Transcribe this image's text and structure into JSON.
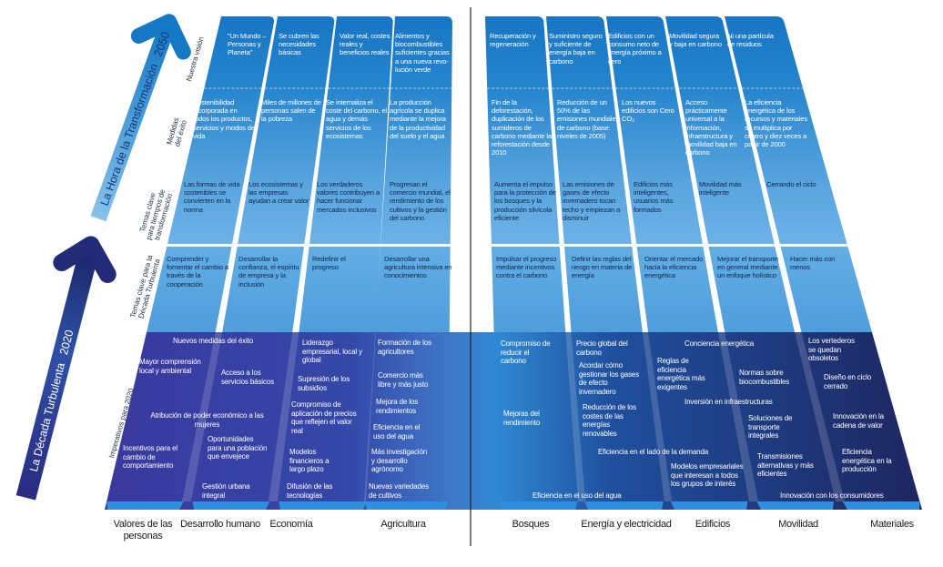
{
  "arrows": {
    "transformation": {
      "label": "La Hora de la Transformación",
      "year": "2050",
      "color": "#1b7cc6"
    },
    "turbulent": {
      "label": "La Década Turbulenta",
      "year": "2020",
      "color": "#26307f"
    }
  },
  "row_labels": {
    "vision": "Nuestra visión",
    "measures": "Medidas del éxito",
    "themes_transformation": "Temas clave para tiempos de transformación",
    "themes_turbulent": "Temas clave para la Década Turbulenta",
    "imperatives": "Imperativos para 2020"
  },
  "columns": [
    {
      "label": "Valores de las personas",
      "vision": "\"Un Mundo – Personas y Planeta\"",
      "measures": "Sostenibilidad incorporada en todos los productos, servicios y modos de vida",
      "themes_transformation": "Las formas de vida sostenibles se convierten en la norma",
      "themes_turbulent": "Comprender y fomentar el cambio a través de la cooperación"
    },
    {
      "label": "Desarrollo humano",
      "vision": "Se cubren las necesidades básicas",
      "measures": "Miles de millones de personas salen de la pobreza",
      "themes_transformation": "Los ecosistemas y las empresas ayudan a crear valor",
      "themes_turbulent": "Desarrollar la confianza, el espíritu de empresa y la inclusión"
    },
    {
      "label": "Economía",
      "vision": "Valor real, costes reales y beneficios reales",
      "measures": "Se internaliza el coste del carbono, el agua y demás servicios de los ecosistemas",
      "themes_transformation": "Los verdaderos valores contribuyen a hacer funcionar mercados inclusivos",
      "themes_turbulent": "Redefinir el progreso"
    },
    {
      "label": "Agricultura",
      "vision": "Alimentos y biocombustibles suficientes gracias a una nueva revo-lución verde",
      "measures": "La producción agrícola se duplica mediante la mejora de la productividad del suelo y el agua",
      "themes_transformation": "Progresan el comercio mundial, el rendimiento de los cultivos y la gestión del carbono",
      "themes_turbulent": "Desarrollar una agricultura intensiva en conocimientos"
    },
    {
      "label": "Bosques",
      "vision": "Recuperación y regeneración",
      "measures": "Fin de la deforestación, duplicación de los sumideros de carbono mediante la reforestación desde 2010",
      "themes_transformation": "Aumenta el impulso para la protección de los bosques y la producción silvícola eficiente",
      "themes_turbulent": "Impulsar el progreso mediante incentivos contra el carbono"
    },
    {
      "label": "Energía y electricidad",
      "vision": "Suministro seguro y suficiente de energía baja en carbono",
      "measures": "Reducción de un 50% de las emisiones mundiales de carbono (base: niveles de 2005)",
      "themes_transformation": "Las emisiones de gases de efecto invernadero tocan techo y empiezan a disminuir",
      "themes_turbulent": "Definir las reglas del riesgo en materia de energía"
    },
    {
      "label": "Edificios",
      "vision": "Edificios con un consumo neto de energía próximo a cero",
      "measures": "Los nuevos edificios son Cero CO₂",
      "themes_transformation": "Edificios más inteligentes, usuarios más formados",
      "themes_turbulent": "Orientar el mercado hacia la eficiencia energética"
    },
    {
      "label": "Movilidad",
      "vision": "Movilidad segura y baja en carbono",
      "measures": "Acceso prácticamente universal a la información, infraestructura y movilidad baja en carbono",
      "themes_transformation": "Movilidad más inteligente",
      "themes_turbulent": "Mejorar el transporte en general mediante un enfoque holístico"
    },
    {
      "label": "Materiales",
      "vision": "Ni una partícula de residuos",
      "measures": "La eficiencia energética de los recursos y materiales se multiplica por cuatro y diez veces a partir de 2000",
      "themes_transformation": "Cerrando el ciclo",
      "themes_turbulent": "Hacer más con menos"
    }
  ],
  "imperatives": [
    "Nuevos medidas del éxito",
    "Mayor comprensión local y ambiental",
    "Acceso a los servicios básicos",
    "Atribución de poder económico a las mujeres",
    "Incentivos para el cambio de comportamiento",
    "Oportunidades para una población que envejece",
    "Gestión urbana integral",
    "Liderazgo empresarial, local y global",
    "Supresión de los subsidios",
    "Compromiso de aplicación de precios que reflejen el valor real",
    "Modelos financieros a largo plazo",
    "Difusión de las tecnologías",
    "Formación de los agricultores",
    "Comercio más libre y más justo",
    "Mejora de los rendimientos",
    "Eficiencia en el uso del agua",
    "Más investigación y desarrollo agrónomo",
    "Nuevas variedades de cultivos",
    "Compromiso de reducir el carbono",
    "Mejoras del rendimiento",
    "Eficiencia en el uso del agua",
    "Precio global del carbono",
    "Acordar cómo gestionar los gases de efecto invernadero",
    "Reducción de los costes de las energías renovables",
    "Eficiencia en el lado de la demanda",
    "Conciencia energética",
    "Reglas de eficiencia energética más exigentes",
    "Inversión en infraestructuras",
    "Modelos empresariales que interesan a todos los grupos de interés",
    "Normas sobre biocombustibles",
    "Soluciones de transporte integrales",
    "Transmisiones alternativas y más eficientes",
    "Innovación con los consumidores",
    "Los vertederos se quedan obsoletos",
    "Diseño en ciclo cerrado",
    "Innovación en la cadena de valor",
    "Eficiencia energética en la producción"
  ]
}
